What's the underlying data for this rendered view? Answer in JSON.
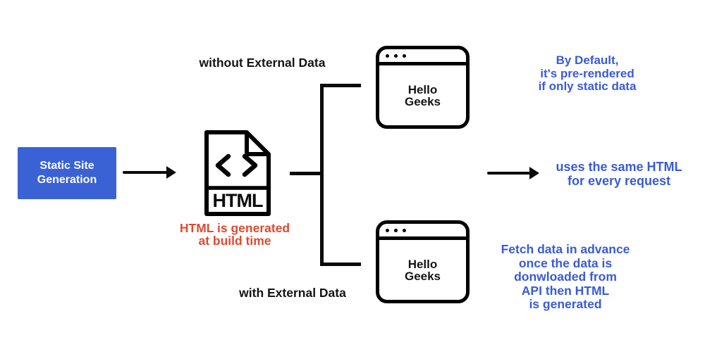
{
  "colors": {
    "box_blue": "#3A62D5",
    "note_blue": "#3A5BD3",
    "accent_red": "#DB4B32",
    "line_black": "#0a0a0a"
  },
  "source_box": {
    "label": "Static Site Generation"
  },
  "html_file": {
    "label": "HTML",
    "caption": "HTML is generated\nat build time"
  },
  "branches": {
    "top": {
      "label": "without External Data",
      "window_text": "Hello\nGeeks",
      "note": "By Default,\nit's pre-rendered\nif only static data"
    },
    "middle": {
      "note": "uses the same HTML\nfor every request"
    },
    "bottom": {
      "label": "with External Data",
      "window_text": "Hello\nGeeks",
      "note": "Fetch data in advance\nonce the data is\ndonwloaded from\nAPI then HTML\nis generated"
    }
  }
}
